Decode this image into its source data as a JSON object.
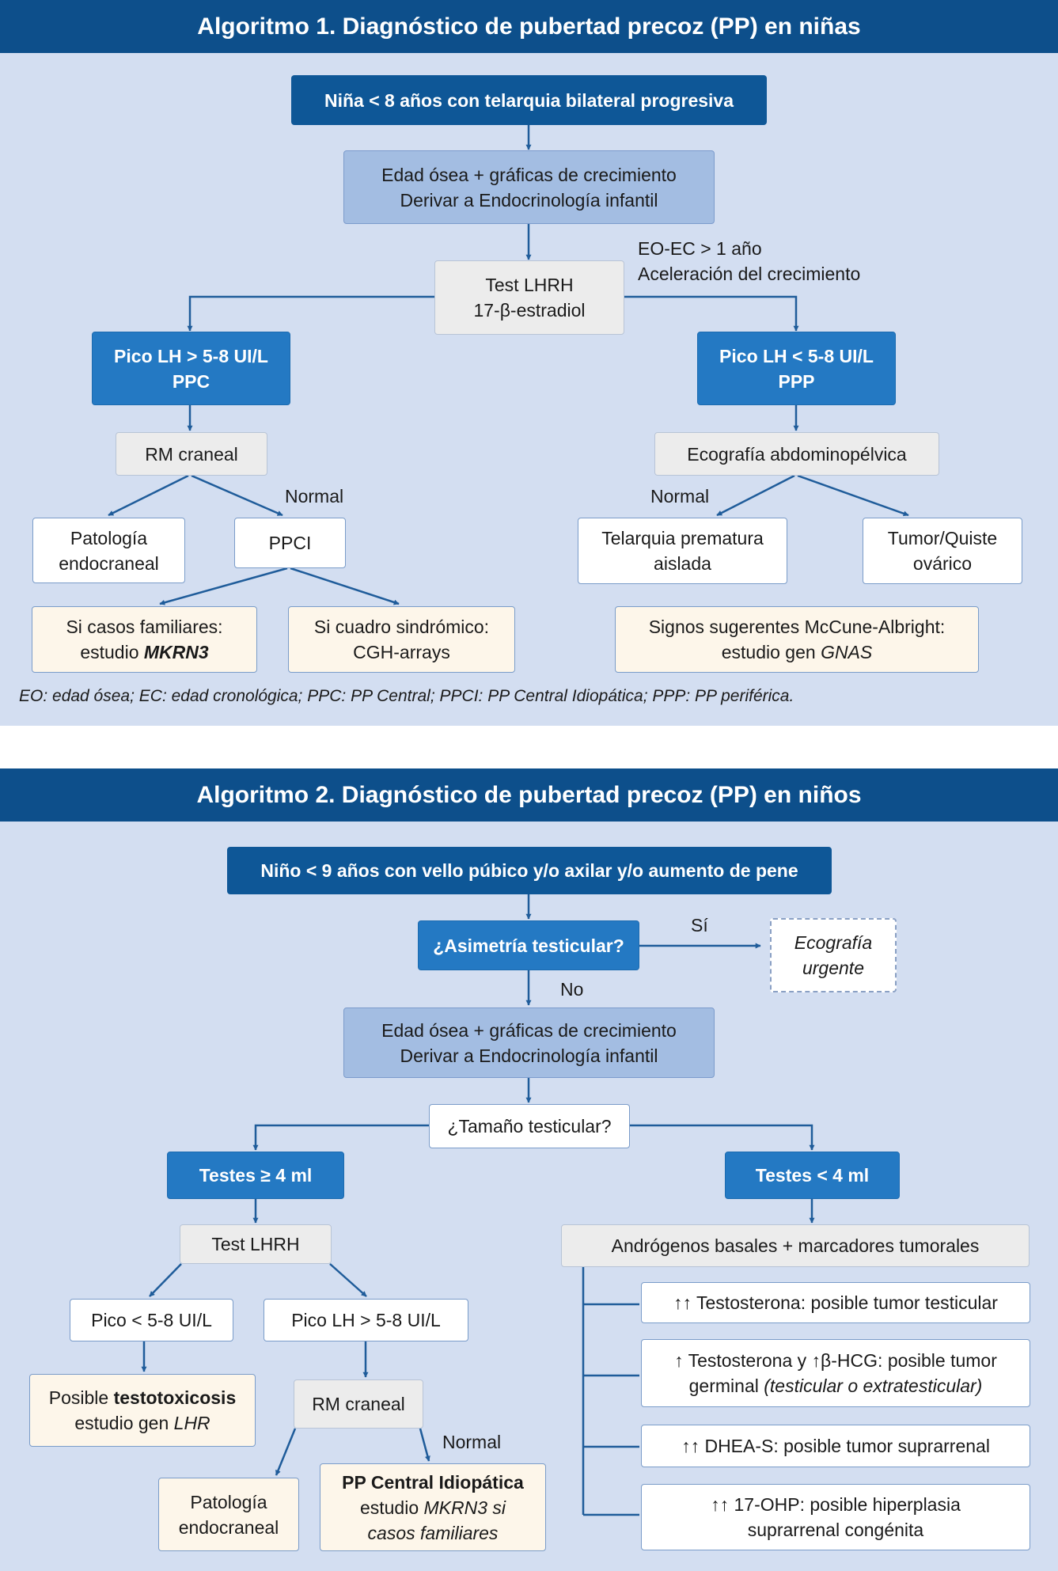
{
  "algo1": {
    "title": "Algoritmo 1.  Diagnóstico de pubertad precoz (PP) en niñas",
    "start": "Niña < 8 años con telarquia bilateral progresiva",
    "step1": {
      "l1": "Edad ósea + gráficas de crecimiento",
      "l2": "Derivar a Endocrinología infantil"
    },
    "side_note": {
      "l1": "EO-EC > 1 año",
      "l2": "Aceleración del crecimiento"
    },
    "test": {
      "l1": "Test LHRH",
      "l2": "17-β-estradiol"
    },
    "left_result": {
      "l1": "Pico LH > 5-8 UI/L",
      "l2": "PPC"
    },
    "right_result": {
      "l1": "Pico LH  < 5-8 UI/L",
      "l2": "PPP"
    },
    "rm": "RM craneal",
    "normal_left": "Normal",
    "pat": {
      "l1": "Patología",
      "l2": "endocraneal"
    },
    "ppci": "PPCI",
    "familiar": {
      "l1": "Si casos familiares:",
      "l2a": "estudio ",
      "l2b": "MKRN3"
    },
    "sindromico": {
      "l1": "Si cuadro sindrómico:",
      "l2": "CGH-arrays"
    },
    "eco": "Ecografía abdominopélvica",
    "normal_right": "Normal",
    "telarquia": {
      "l1": "Telarquia prematura",
      "l2": "aislada"
    },
    "tumor": {
      "l1": "Tumor/Quiste",
      "l2": "ovárico"
    },
    "mccune": {
      "l1": "Signos sugerentes McCune-Albright:",
      "l2a": "estudio gen ",
      "l2b": "GNAS"
    },
    "footnote": "EO: edad ósea; EC: edad cronológica; PPC: PP Central; PPCI: PP Central Idiopática; PPP: PP periférica."
  },
  "algo2": {
    "title": "Algoritmo 2.  Diagnóstico de pubertad precoz (PP) en niños",
    "start": "Niño < 9 años con vello púbico y/o axilar y/o aumento de pene",
    "asimetria": "¿Asimetría testicular?",
    "si": "Sí",
    "no": "No",
    "eco_urgente": {
      "l1": "Ecografía",
      "l2": "urgente"
    },
    "step1": {
      "l1": "Edad ósea + gráficas de crecimiento",
      "l2": "Derivar a Endocrinología infantil"
    },
    "tamano": "¿Tamaño testicular?",
    "testes_ge": "Testes ≥ 4 ml",
    "testes_lt": "Testes < 4 ml",
    "test_lhrh": "Test LHRH",
    "pico_lt": "Pico < 5-8 UI/L",
    "pico_gt": "Pico LH > 5-8 UI/L",
    "testotox": {
      "l1a": "Posible ",
      "l1b": "testotoxicosis",
      "l2a": "estudio gen ",
      "l2b": "LHR"
    },
    "rm": "RM craneal",
    "normal": "Normal",
    "pat": {
      "l1": "Patología",
      "l2": "endocraneal"
    },
    "ppci": {
      "l1": "PP Central Idiopática",
      "l2a": "estudio ",
      "l2b": "MKRN3 si",
      "l3": "casos familiares"
    },
    "androgenos": "Andrógenos basales + marcadores tumorales",
    "r1": "↑↑ Testosterona: posible tumor testicular",
    "r2": {
      "l1": "↑ Testosterona y ↑β-HCG: posible tumor",
      "l2a": "germinal ",
      "l2b": "(testicular o extratesticular)"
    },
    "r3": "↑↑ DHEA-S: posible tumor suprarrenal",
    "r4": {
      "l1": "↑↑ 17-OHP: posible hiperplasia",
      "l2": "suprarrenal congénita"
    }
  }
}
